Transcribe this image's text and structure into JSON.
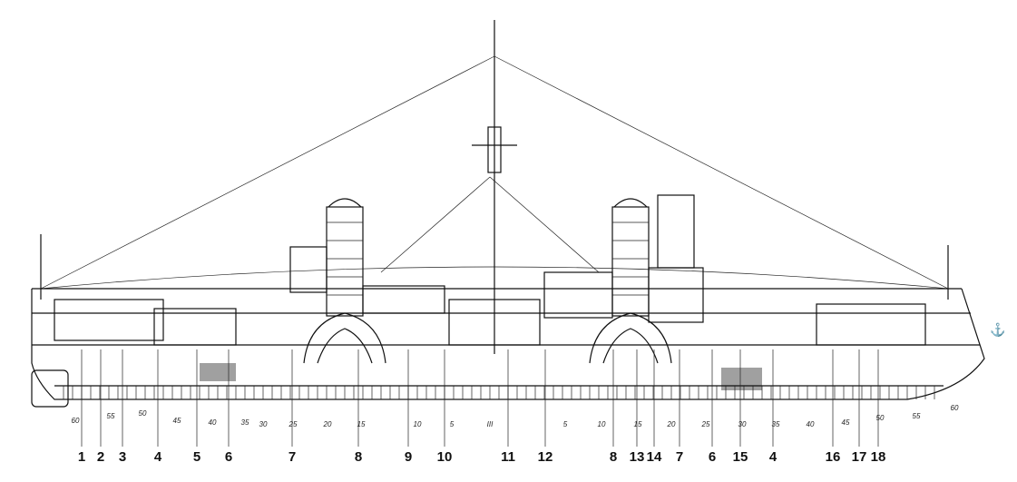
{
  "callouts": [
    "1",
    "2",
    "3",
    "4",
    "5",
    "6",
    "7",
    "8",
    "9",
    "10",
    "11",
    "12",
    "8",
    "13",
    "14",
    "7",
    "6",
    "15",
    "4",
    "16",
    "17",
    "18"
  ],
  "frames": [
    "60",
    "55",
    "50",
    "45",
    "40",
    "35",
    "30",
    "25",
    "20",
    "15",
    "10",
    "5",
    "III",
    "5",
    "10",
    "15",
    "20",
    "25",
    "30",
    "35",
    "40",
    "45",
    "50",
    "55",
    "60"
  ]
}
